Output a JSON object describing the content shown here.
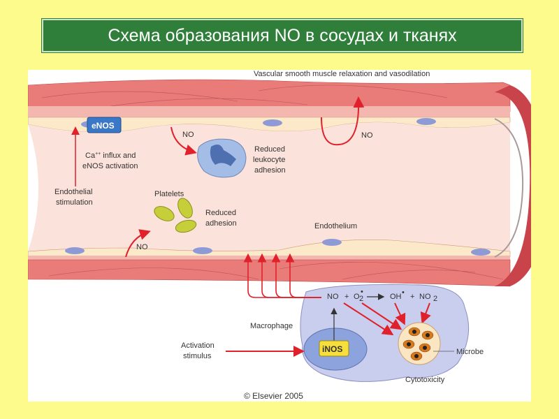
{
  "slide": {
    "title": "Схема образования NO в сосудах и тканях"
  },
  "diagram": {
    "vasodilation": "Vascular smooth muscle relaxation and vasodilation",
    "enos": "eNOS",
    "no_label": "NO",
    "ca_line1": "Ca",
    "ca_sup": "++",
    "ca_line1_rest": " influx and",
    "ca_line2": "eNOS activation",
    "endo_stim_1": "Endothelial",
    "endo_stim_2": "stimulation",
    "leuko_1": "Reduced",
    "leuko_2": "leukocyte",
    "leuko_3": "adhesion",
    "platelets": "Platelets",
    "reduced_adh_1": "Reduced",
    "reduced_adh_2": "adhesion",
    "endothelium": "Endothelium",
    "reaction": {
      "no": "NO",
      "plus1": "+",
      "o2": "O",
      "o2_sub": "2",
      "o2_sup": "•",
      "oh": "OH",
      "oh_sup": "•",
      "plus2": "+",
      "no2": "NO",
      "no2_sub": "2"
    },
    "macrophage": "Macrophage",
    "inos": "iNOS",
    "activation_1": "Activation",
    "activation_2": "stimulus",
    "microbe": "Microbe",
    "cytotoxicity": "Cytotoxicity",
    "copyright": "© Elsevier 2005"
  },
  "colors": {
    "title_bg": "#2f7f3b",
    "background": "#fdfb8c",
    "arrow": "#e0202a"
  }
}
